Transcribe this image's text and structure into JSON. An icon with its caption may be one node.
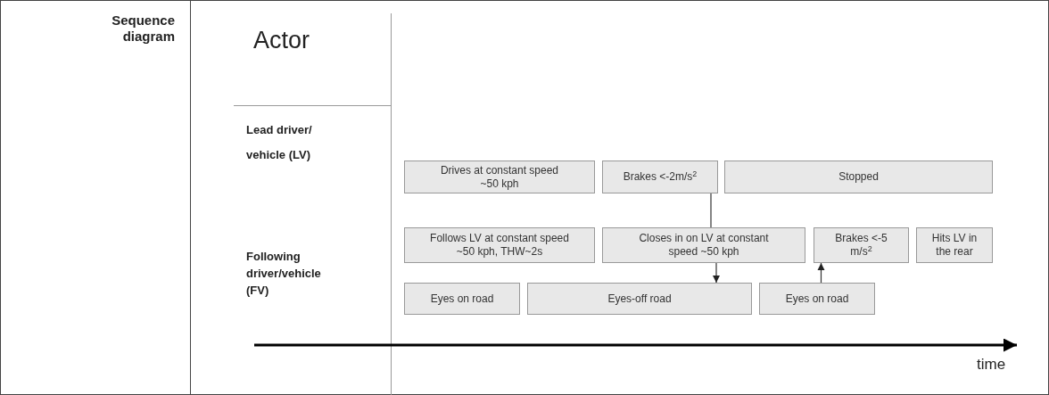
{
  "diagram": {
    "nodes": [
      {
        "text": [
          "Drives at constant speed ~50 kph"
        ]
      },
      {
        "text": [
          "Brakes <-2m/s$^{2}$"
        ]
      },
      {
        "text": [
          "Stopped"
        ]
      },
      {
        "text": [
          "Follows LV  at constant speed ~50 kph, THW~2s"
        ]
      },
      {
        "text": [
          "Closes in on LV  at constant speed ~50 kph"
        ]
      },
      {
        "text": [
          "Brakes <-5 m/s$^{2}$"
        ]
      },
      {
        "text": [
          "Hits LV in the rear"
        ]
      },
      {
        "text": [
          "Eyes on road"
        ]
      },
      {
        "text": [
          "Eyes-off road"
        ]
      },
      {
        "text": [
          "Eyes on road"
        ]
      }
    ],
    "edges": [
      {
        "from": 1,
        "to": 4,
        "arrow": "none"
      },
      {
        "from": 4,
        "to": 8,
        "arrow": "to"
      },
      {
        "from": 9,
        "to": 5,
        "arrow": "to"
      }
    ],
    "labels": [
      "Sequence diagram",
      "Actor",
      "Lead driver/ vehicle (LV)",
      "Following driver/vehicle (FV)",
      "time"
    ]
  }
}
